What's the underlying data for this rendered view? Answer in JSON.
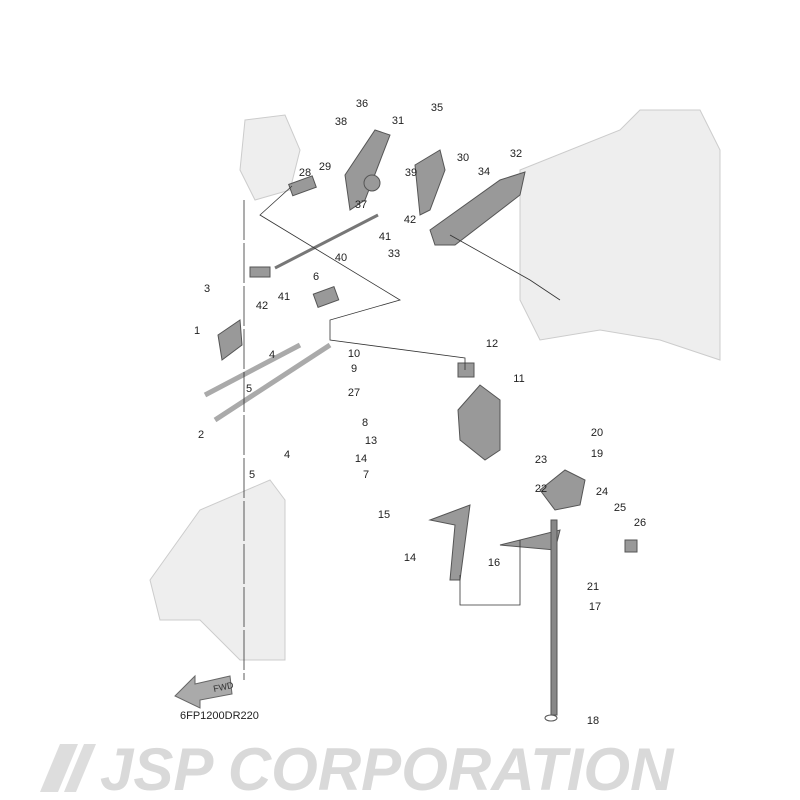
{
  "diagram_code": "6FP1200DR220",
  "fwd_arrow_label": "FWD",
  "watermark": "JSP CORPORATION",
  "callouts": [
    "36",
    "38",
    "35",
    "31",
    "30",
    "32",
    "34",
    "29",
    "28",
    "39",
    "37",
    "42",
    "41",
    "33",
    "40",
    "3",
    "42",
    "41",
    "6",
    "1",
    "4",
    "5",
    "10",
    "9",
    "12",
    "11",
    "27",
    "2",
    "4",
    "5",
    "8",
    "13",
    "14",
    "7",
    "20",
    "23",
    "19",
    "22",
    "24",
    "25",
    "26",
    "15",
    "16",
    "14",
    "21",
    "17",
    "18"
  ]
}
